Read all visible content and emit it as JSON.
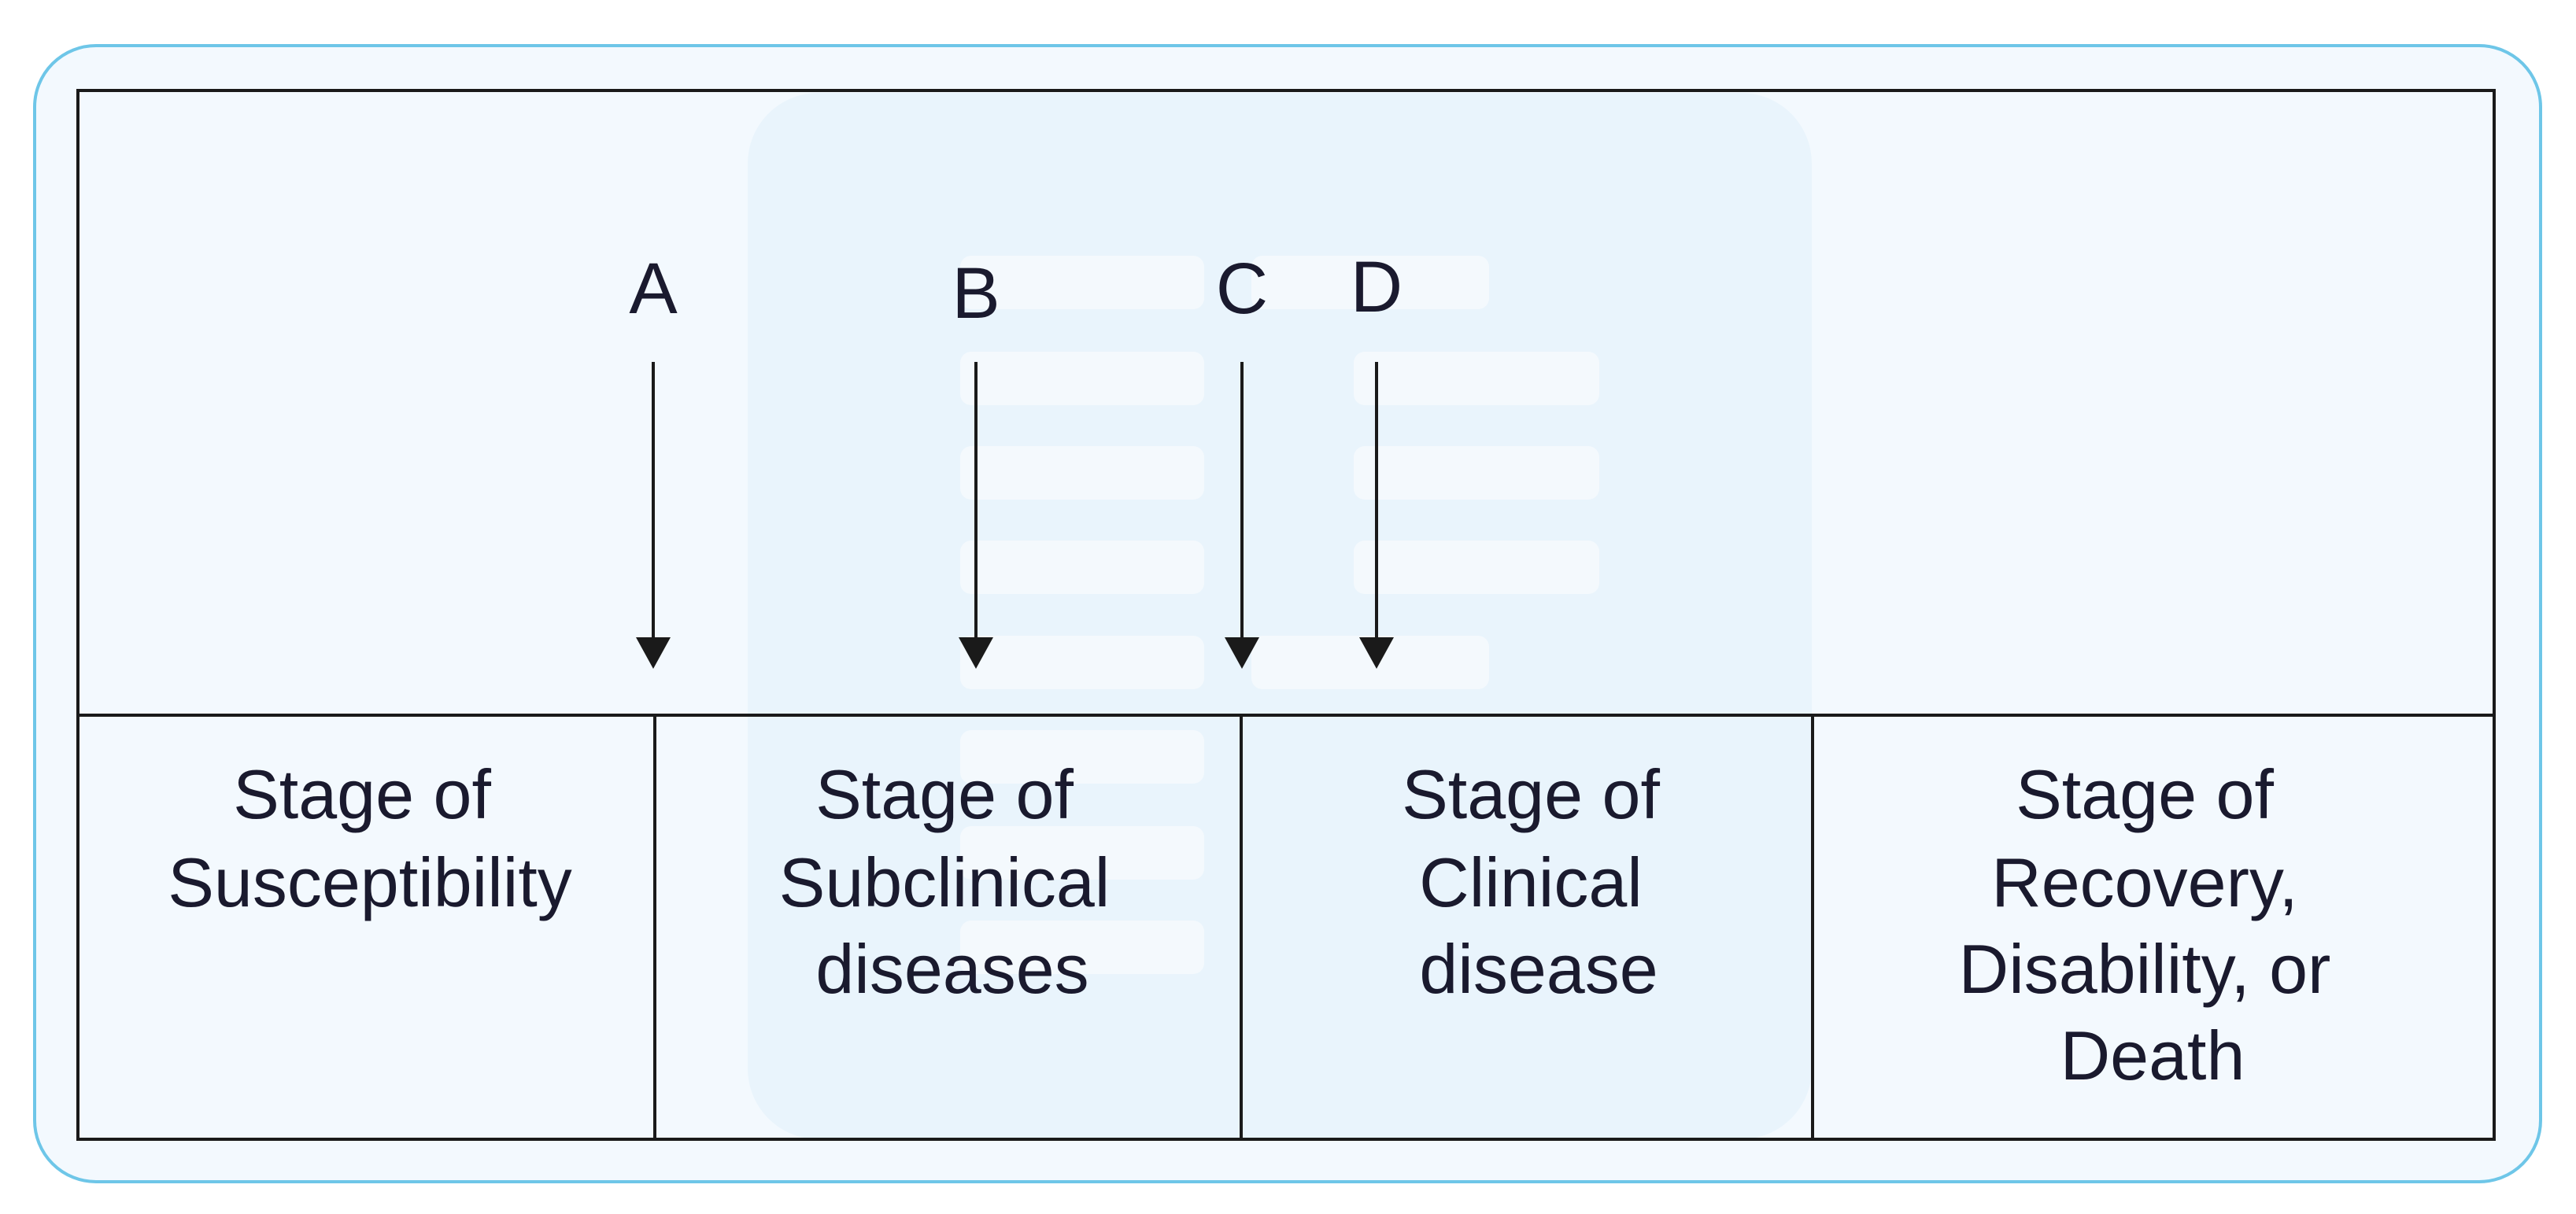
{
  "markers": [
    {
      "label": "A"
    },
    {
      "label": "B"
    },
    {
      "label": "C"
    },
    {
      "label": "D"
    }
  ],
  "stages": [
    {
      "lines": [
        "Stage of",
        "Susceptibility"
      ]
    },
    {
      "lines": [
        "Stage of",
        "Subclinical",
        "diseases"
      ]
    },
    {
      "lines": [
        "Stage of",
        "Clinical",
        "disease"
      ]
    },
    {
      "lines": [
        "Stage of",
        "Recovery,",
        "Disability, or",
        "Death"
      ]
    }
  ],
  "colors": {
    "border": "#6ec6e8",
    "background": "#f3f9fe",
    "highlight": "#e4f2fb",
    "line": "#1a1a1a",
    "text": "#1a1a2e"
  }
}
